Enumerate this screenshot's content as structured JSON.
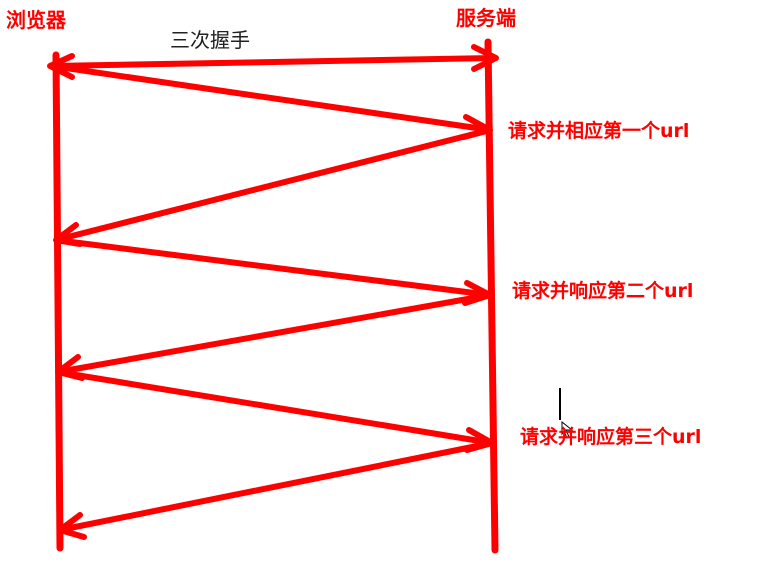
{
  "labels": {
    "browser": "浏览器",
    "server": "服务端",
    "handshake": "三次握手",
    "step1": "请求并相应第一个url",
    "step2": "请求并响应第二个url",
    "step3": "请求并响应第三个url"
  },
  "colors": {
    "accent": "#ff0000",
    "text_dark": "#222222",
    "cursor": "#000000"
  },
  "icons": {
    "cursor": "text-cursor-icon"
  }
}
